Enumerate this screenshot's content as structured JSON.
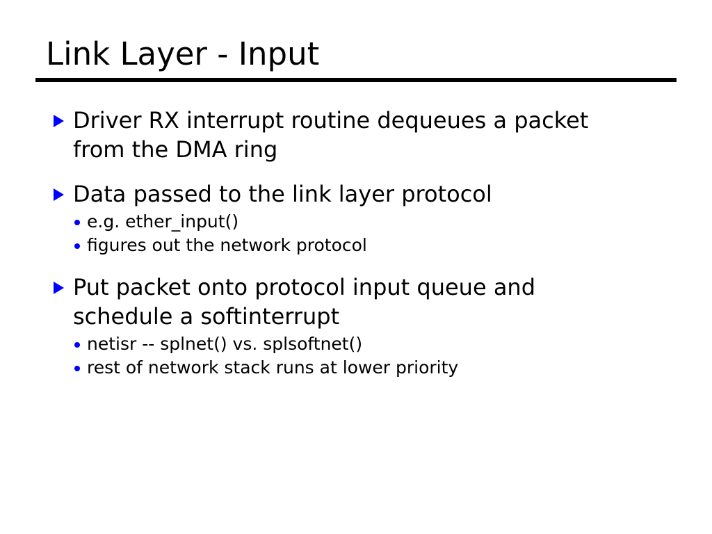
{
  "slide": {
    "title": "Link Layer - Input",
    "colors": {
      "background": "#ffffff",
      "text": "#000000",
      "bullet_marker": "#0000ff",
      "rule": "#000000"
    },
    "bullets": [
      {
        "marker": "triangle-right-icon",
        "text": "Driver RX interrupt routine dequeues a packet from the DMA ring",
        "sub": []
      },
      {
        "marker": "triangle-right-icon",
        "text": "Data passed to the link layer protocol",
        "sub": [
          {
            "marker": "dot-icon",
            "text": "e.g. ether_input()"
          },
          {
            "marker": "dot-icon",
            "text": "figures out the network protocol"
          }
        ]
      },
      {
        "marker": "triangle-right-icon",
        "text": "Put packet onto protocol input queue and schedule a softinterrupt",
        "sub": [
          {
            "marker": "dot-icon",
            "text": "netisr -- splnet() vs. splsoftnet()"
          },
          {
            "marker": "dot-icon",
            "text": "rest of network stack runs at lower priority"
          }
        ]
      }
    ]
  }
}
